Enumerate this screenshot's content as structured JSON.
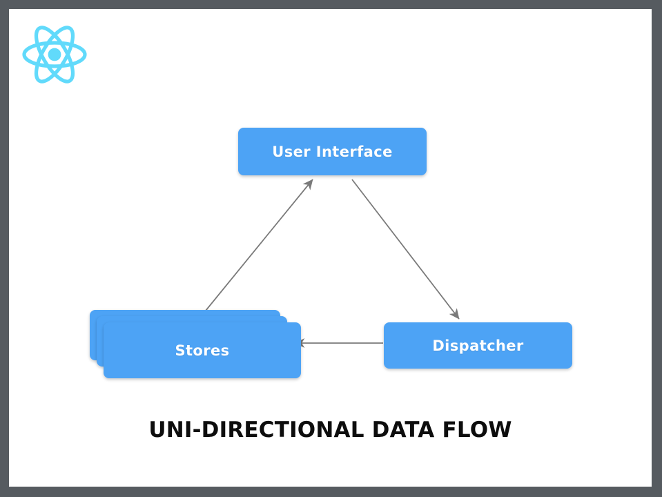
{
  "slide": {
    "frame_color": "#565b60",
    "canvas_color": "#ffffff",
    "logo_name": "react-logo",
    "logo_color": "#61dafb"
  },
  "diagram": {
    "type": "flow-diagram",
    "node_color": "#4da3f5",
    "node_text_color": "#ffffff",
    "arrow_color": "#7a7a7a",
    "nodes": [
      {
        "id": "user-interface",
        "label": "User Interface",
        "shape": "rounded-rect"
      },
      {
        "id": "stores",
        "label": "Stores",
        "shape": "stacked-rounded-rect",
        "stack_count": 3
      },
      {
        "id": "dispatcher",
        "label": "Dispatcher",
        "shape": "rounded-rect"
      }
    ],
    "edges": [
      {
        "from": "stores",
        "to": "user-interface",
        "direction": "up-right"
      },
      {
        "from": "user-interface",
        "to": "dispatcher",
        "direction": "down-right"
      },
      {
        "from": "dispatcher",
        "to": "stores",
        "direction": "left"
      }
    ]
  },
  "caption": {
    "text": "UNI-DIRECTIONAL DATA FLOW"
  }
}
